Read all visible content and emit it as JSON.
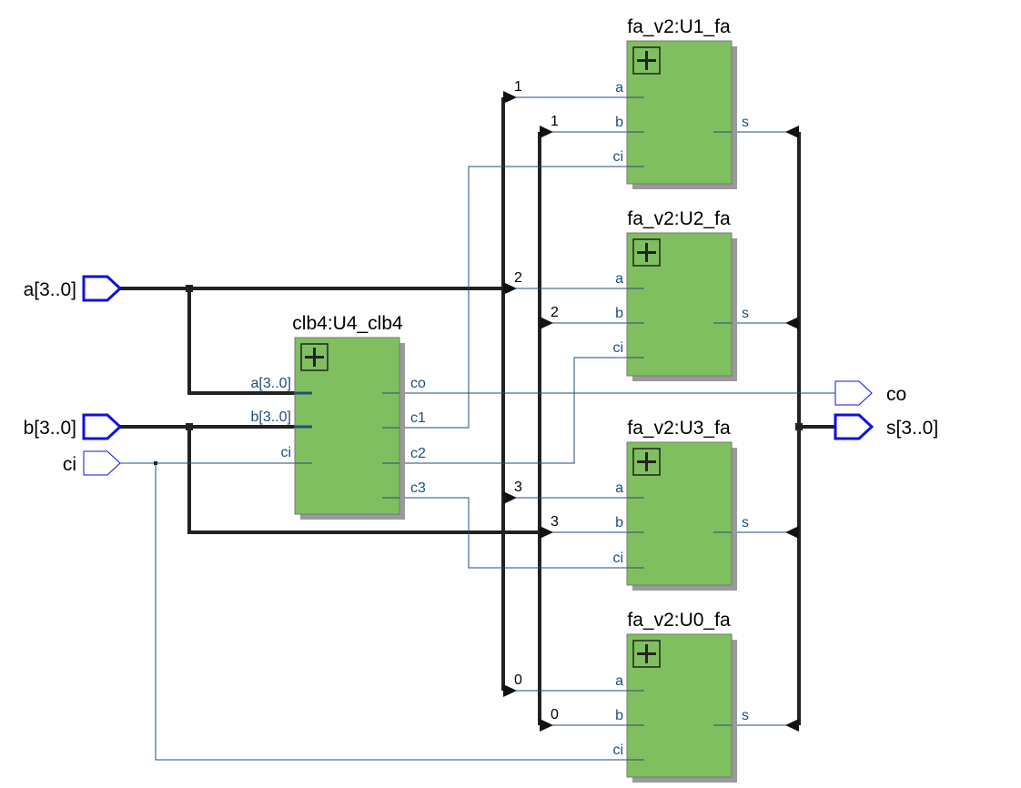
{
  "blocks": {
    "clb4": {
      "title": "clb4:U4_clb4",
      "inputs": [
        "a[3..0]",
        "b[3..0]",
        "ci"
      ],
      "outputs": [
        "co",
        "c1",
        "c2",
        "c3"
      ]
    },
    "fa_u1": {
      "title": "fa_v2:U1_fa",
      "inputs": [
        "a",
        "b",
        "ci"
      ],
      "outputs": [
        "s"
      ]
    },
    "fa_u2": {
      "title": "fa_v2:U2_fa",
      "inputs": [
        "a",
        "b",
        "ci"
      ],
      "outputs": [
        "s"
      ]
    },
    "fa_u3": {
      "title": "fa_v2:U3_fa",
      "inputs": [
        "a",
        "b",
        "ci"
      ],
      "outputs": [
        "s"
      ]
    },
    "fa_u0": {
      "title": "fa_v2:U0_fa",
      "inputs": [
        "a",
        "b",
        "ci"
      ],
      "outputs": [
        "s"
      ]
    }
  },
  "io": {
    "a": "a[3..0]",
    "b": "b[3..0]",
    "ci": "ci",
    "co": "co",
    "s": "s[3..0]"
  },
  "bit_labels": {
    "u1_a": "1",
    "u1_b": "1",
    "u2_a": "2",
    "u2_b": "2",
    "u3_a": "3",
    "u3_b": "3",
    "u0_a": "0",
    "u0_b": "0"
  },
  "colors": {
    "block_fill": "#80bf60",
    "block_shadow": "#9a9a9a",
    "port_text": "#1f4e79",
    "bus_wire": "#222222",
    "thin_wire": "#1f4e79",
    "io_pin": "#1010e0"
  }
}
